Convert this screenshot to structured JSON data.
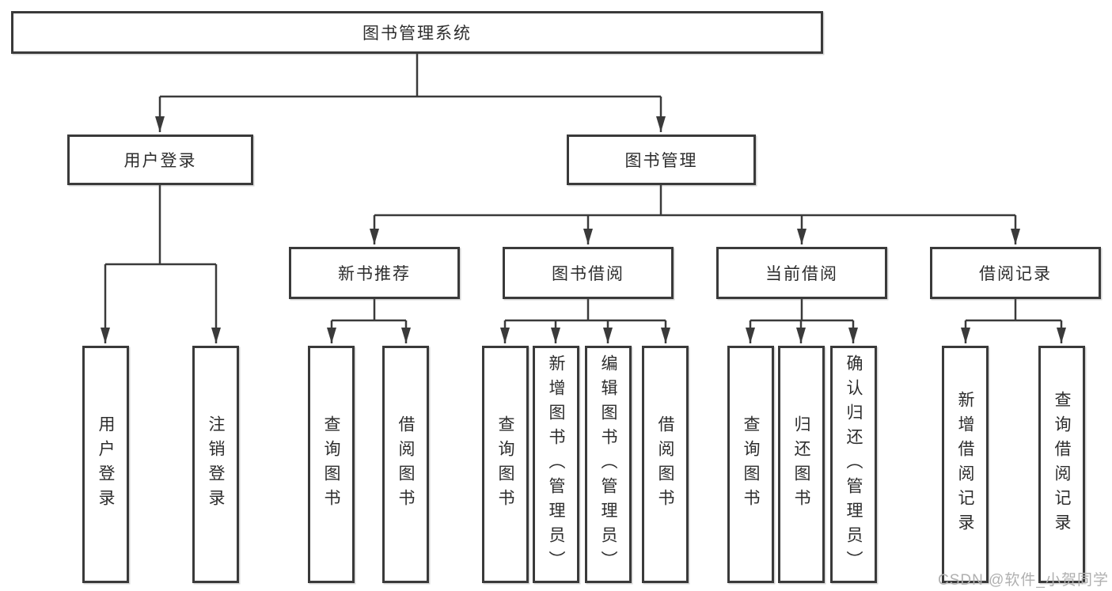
{
  "diagram": {
    "root": {
      "label": "图书管理系统"
    },
    "branches": [
      {
        "label": "用户登录",
        "children": [
          {
            "label": "用户登录"
          },
          {
            "label": "注销登录"
          }
        ]
      },
      {
        "label": "图书管理",
        "children": [
          {
            "label": "新书推荐",
            "children": [
              {
                "label": "查询图书"
              },
              {
                "label": "借阅图书"
              }
            ]
          },
          {
            "label": "图书借阅",
            "children": [
              {
                "label": "查询图书"
              },
              {
                "label": "新增图书（管理员）"
              },
              {
                "label": "编辑图书（管理员）"
              },
              {
                "label": "借阅图书"
              }
            ]
          },
          {
            "label": "当前借阅",
            "children": [
              {
                "label": "查询图书"
              },
              {
                "label": "归还图书"
              },
              {
                "label": "确认归还（管理员）"
              }
            ]
          },
          {
            "label": "借阅记录",
            "children": [
              {
                "label": "新增借阅记录"
              },
              {
                "label": "查询借阅记录"
              }
            ]
          }
        ]
      }
    ]
  },
  "watermark": {
    "text": "CSDN @软件_小贺同学"
  },
  "colors": {
    "line": "#3a3a3a",
    "text": "#2d2d2d",
    "background": "#ffffff",
    "watermark": "#b0b0b0"
  }
}
